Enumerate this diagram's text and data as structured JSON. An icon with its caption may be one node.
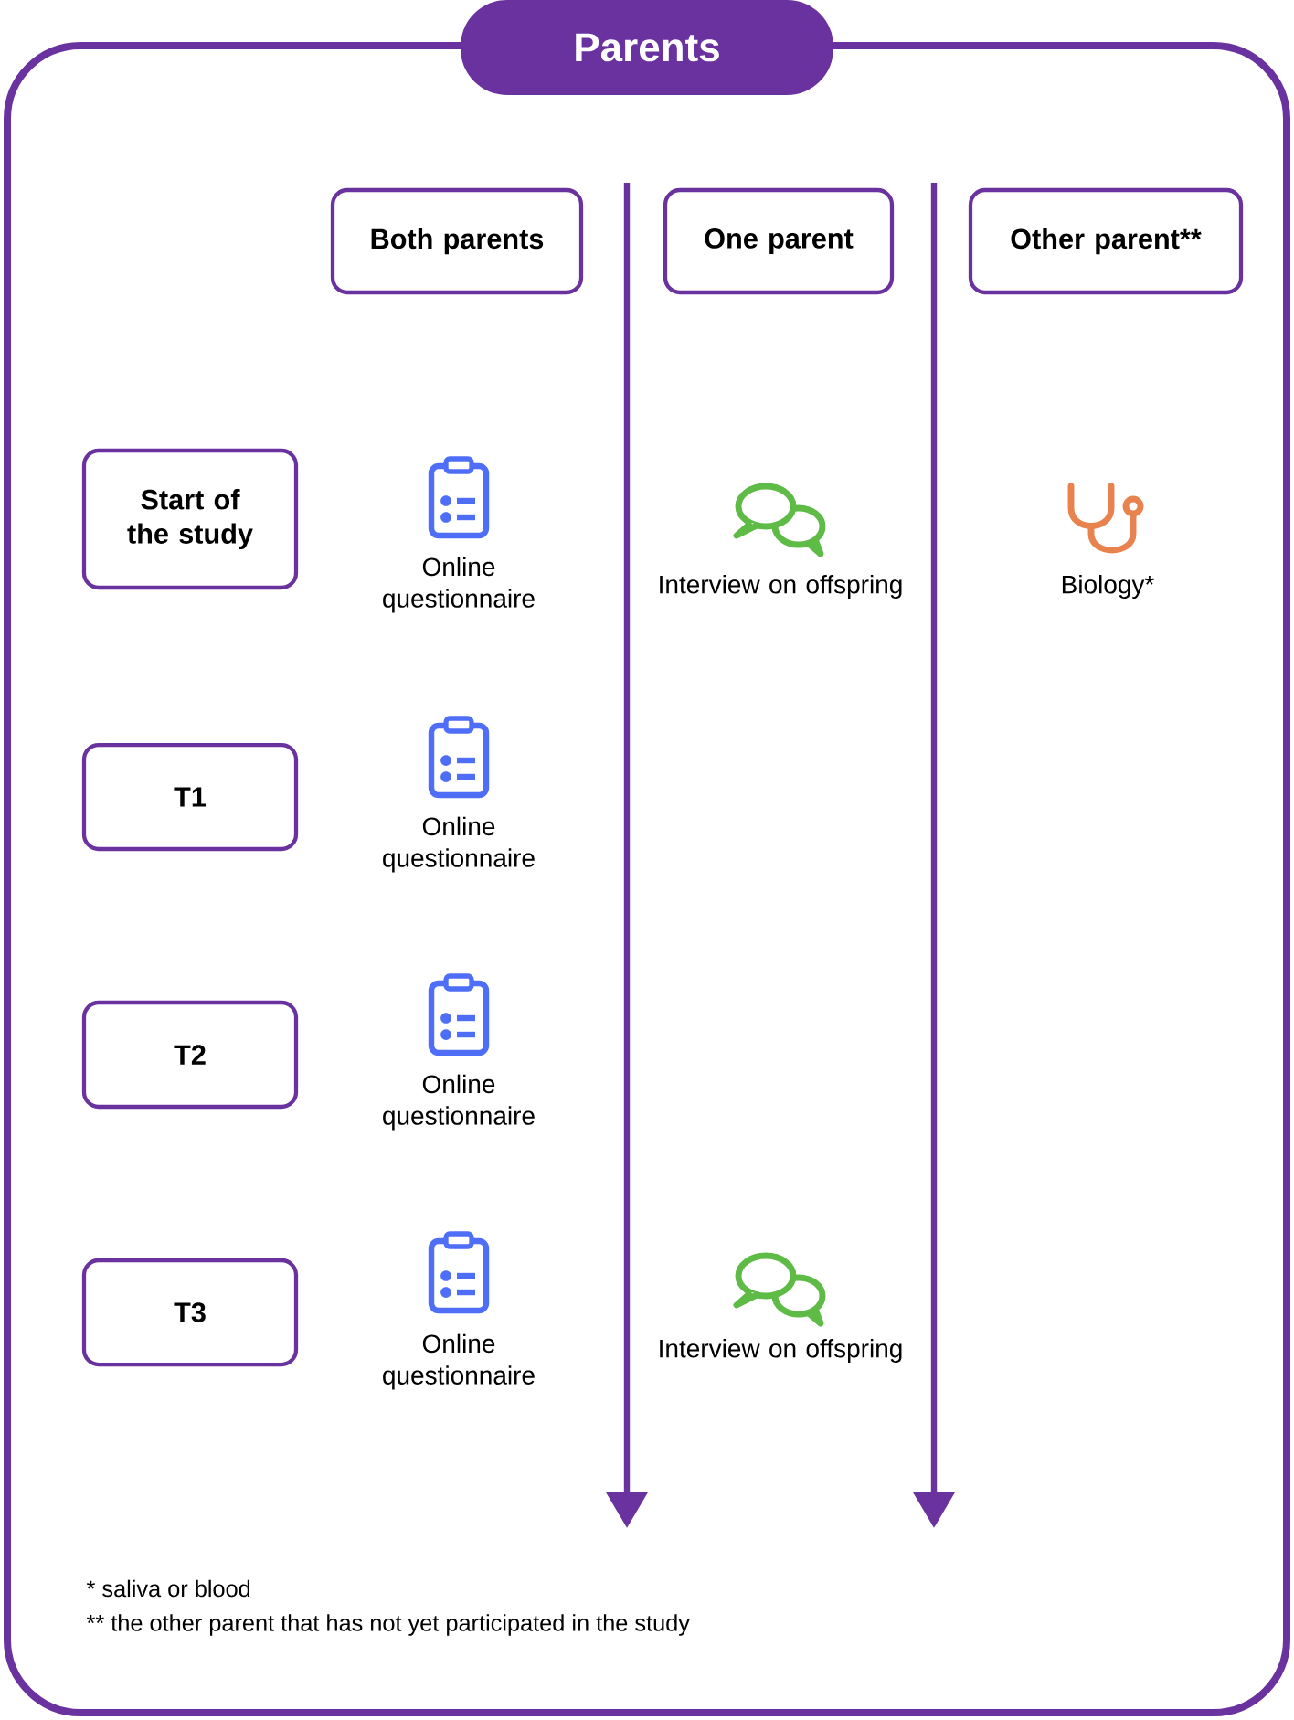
{
  "diagram": {
    "nodes": [
      {
        "text": [
          "Parents"
        ]
      },
      {
        "text": [
          "Both parents"
        ],
        "in": 0
      },
      {
        "text": [
          "One parent"
        ],
        "in": 0
      },
      {
        "text": [
          "Other parent**"
        ],
        "in": 0
      },
      {
        "text": [
          "Start of the study"
        ],
        "in": 0
      },
      {
        "text": [
          "T1"
        ],
        "in": 0
      },
      {
        "text": [
          "T2"
        ],
        "in": 0
      },
      {
        "text": [
          "T3"
        ],
        "in": 0
      }
    ],
    "labels": [
      "Online questionnaire",
      "Interview on offspring",
      "Biology*",
      "Online questionnaire",
      "Online questionnaire",
      "Online questionnaire",
      "Interview on offspring",
      "* saliva or blood",
      "** the other parent that has not yet participated in the study"
    ]
  }
}
